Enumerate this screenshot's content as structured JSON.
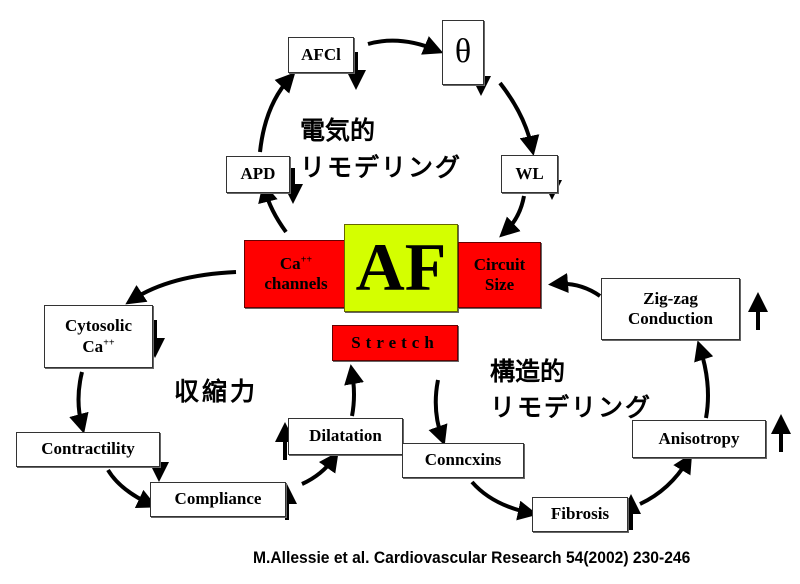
{
  "title": "AF remodeling cycles",
  "nodes": {
    "afcl": "AFCl",
    "theta": "θ",
    "apd": "APD",
    "wl": "WL",
    "ca_channels": "Ca",
    "ca_channels_sup": "++",
    "ca_channels_2": "channels",
    "af": "AF",
    "circuit_size": "Circuit",
    "circuit_size_2": "Size",
    "stretch": "Stretch",
    "cytosolic": "Cytosolic",
    "cytosolic_ca": "Ca",
    "cytosolic_ca_sup": "++",
    "contractility": "Contractility",
    "compliance": "Compliance",
    "dilatation": "Dilatation",
    "conncxins": "Conncxins",
    "fibrosis": "Fibrosis",
    "anisotropy": "Anisotropy",
    "zigzag": "Zig-zag",
    "zigzag_2": "Conduction"
  },
  "labels": {
    "electrical_1": "電気的",
    "electrical_2": "リモデリング",
    "contractile": "収縮力",
    "structural_1": "構造的",
    "structural_2": "リモデリング"
  },
  "citation": "M.Allessie et al. Cardiovascular Research 54(2002) 230-246",
  "colors": {
    "red": "#ff0000",
    "yellow": "#d4ff00"
  }
}
